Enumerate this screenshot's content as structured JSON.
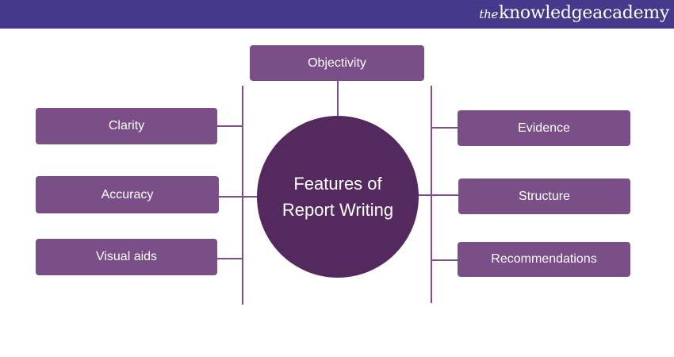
{
  "brand": {
    "the": "the",
    "name": "knowledgeacademy"
  },
  "center": {
    "line1": "Features of",
    "line2": "Report Writing"
  },
  "top_feature": "Objectivity",
  "left_features": [
    "Clarity",
    "Accuracy",
    "Visual aids"
  ],
  "right_features": [
    "Evidence",
    "Structure",
    "Recommendations"
  ],
  "colors": {
    "header": "#433a8c",
    "box": "#7a4e87",
    "hub": "#54295d",
    "text": "#ffffff"
  }
}
